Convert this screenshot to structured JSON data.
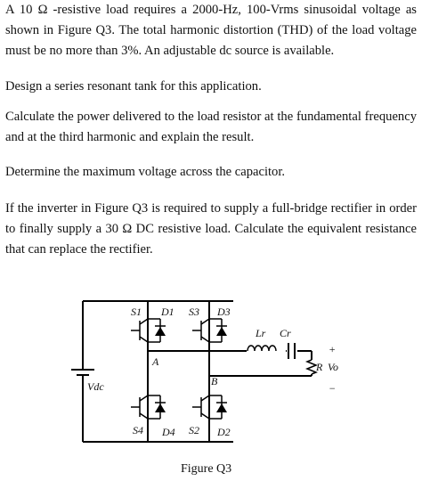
{
  "question": {
    "p1": "A 10 Ω -resistive load requires a 2000-Hz, 100-Vrms sinusoidal voltage as shown in Figure Q3. The total harmonic distortion (THD) of the load voltage must be no more than 3%. An adjustable dc source is available.",
    "p2": "Design a series resonant tank for this application.",
    "p3": "Calculate the power delivered to the load resistor at the fundamental frequency and at the third harmonic and explain the result.",
    "p4": "Determine the maximum voltage across the capacitor.",
    "p5": "If the inverter in Figure Q3 is required to supply a full-bridge rectifier in order to finally supply a 30 Ω DC resistive load. Calculate the equivalent resistance that can replace the rectifier."
  },
  "figure": {
    "caption": "Figure Q3",
    "labels": {
      "s1": "S1",
      "d1": "D1",
      "s3": "S3",
      "d3": "D3",
      "s4": "S4",
      "d4": "D4",
      "s2": "S2",
      "d2": "D2",
      "node_a": "A",
      "node_b": "B",
      "lr": "Lr",
      "cr": "Cr",
      "r": "R",
      "vo": "Vo",
      "vdc": "Vdc",
      "plus": "+",
      "minus": "−"
    }
  }
}
